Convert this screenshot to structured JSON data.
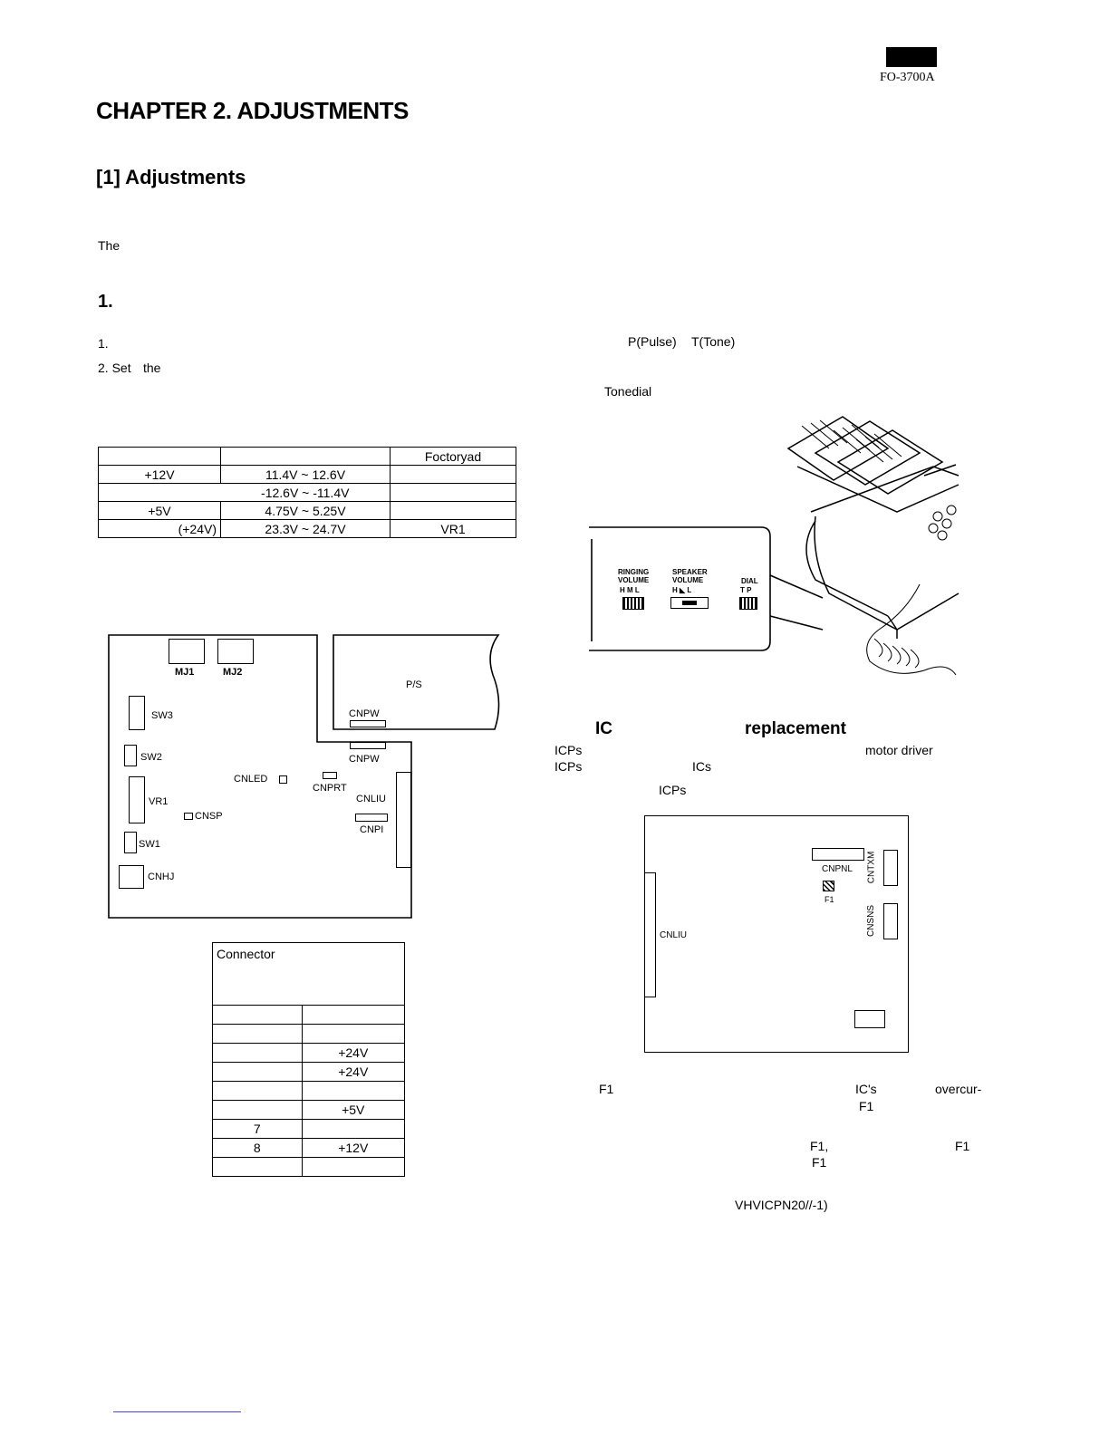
{
  "header": {
    "logo_bar_color": "#000000",
    "model": "FO-3700A"
  },
  "chapter_title": "CHAPTER 2. ADJUSTMENTS",
  "section_title": "[1] Adjustments",
  "intro_fragment": "The",
  "item1_number": "1.",
  "steps": {
    "step1": "1.",
    "step2_a": "2. Set",
    "step2_b": "the"
  },
  "dial_text": {
    "pulse": "P(Pulse)",
    "tone": "T(Tone)",
    "tonedial": "Tonedial"
  },
  "voltage_table": {
    "header_col3": "Foctoryad",
    "rows": [
      {
        "c1": "+12V",
        "c2": "11.4V ~ 12.6V",
        "c3": ""
      },
      {
        "c1": "",
        "c2": "-12.6V ~ -11.4V",
        "c3": ""
      },
      {
        "c1": "+5V",
        "c2": "4.75V ~ 5.25V",
        "c3": ""
      },
      {
        "c1": "(+24V)",
        "c2": "23.3V ~ 24.7V",
        "c3": "VR1"
      }
    ]
  },
  "board_labels": {
    "mj1": "MJ1",
    "mj2": "MJ2",
    "ps": "P/S",
    "sw3": "SW3",
    "sw2": "SW2",
    "sw1": "SW1",
    "vr1": "VR1",
    "cnled": "CNLED",
    "cnsp": "CNSP",
    "cnhj": "CNHJ",
    "cnpw_top": "CNPW",
    "cnpw": "CNPW",
    "cnprt": "CNPRT",
    "cnliu": "CNLIU",
    "cnpi": "CNPI"
  },
  "connector_table": {
    "header": "Connector",
    "rows": [
      {
        "pin": "",
        "v": ""
      },
      {
        "pin": "",
        "v": ""
      },
      {
        "pin": "",
        "v": "+24V"
      },
      {
        "pin": "",
        "v": "+24V"
      },
      {
        "pin": "",
        "v": ""
      },
      {
        "pin": "",
        "v": "+5V"
      },
      {
        "pin": "7",
        "v": ""
      },
      {
        "pin": "8",
        "v": "+12V"
      },
      {
        "pin": "",
        "v": ""
      }
    ]
  },
  "panel": {
    "ringing_volume": "RINGING VOLUME",
    "ringing_scale": "H M L",
    "speaker_volume": "SPEAKER VOLUME",
    "speaker_scale": "H ◣ L",
    "dial": "DIAL",
    "dial_scale": "T P"
  },
  "ic_section": {
    "title_ic": "IC",
    "title_replacement": "replacement",
    "line1": "ICPs",
    "motor_driver": "motor driver",
    "line2": "ICPs",
    "ics": "ICs",
    "line3": "ICPs"
  },
  "board2_labels": {
    "cnpnl": "CNPNL",
    "cntxm": "CNTXM",
    "cnsns": "CNSNS",
    "f1": "F1",
    "cnliu": "CNLIU"
  },
  "fuse_text": {
    "f1_a": "F1",
    "ics_apos": "IC's",
    "overcur": "overcur-",
    "f1_b": "F1",
    "f1_c": "F1,",
    "f1_d": "F1",
    "f1_e": "F1",
    "part": "VHVICPN20//-1)"
  }
}
